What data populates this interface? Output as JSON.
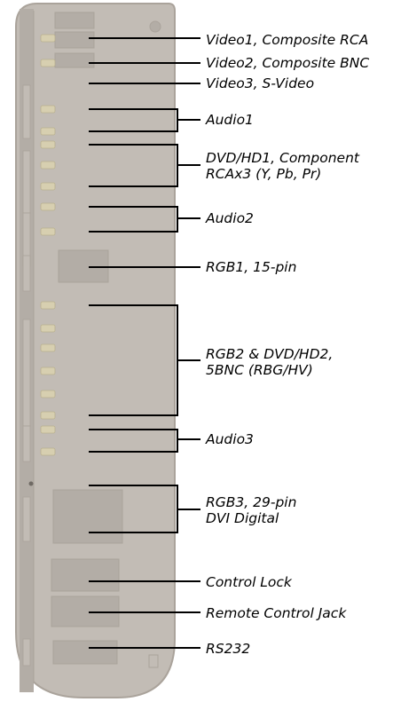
{
  "diagram": {
    "panel_color": "#c2bcb5",
    "panel_edge_color": "#aaa39b",
    "panel_shadow_color": "#b3ada6",
    "jack_color": "#d7cfb0",
    "line_color": "#000000",
    "labels": [
      {
        "id": "video1",
        "lines": [
          "Video1, Composite RCA"
        ]
      },
      {
        "id": "video2",
        "lines": [
          "Video2, Composite BNC"
        ]
      },
      {
        "id": "video3",
        "lines": [
          "Video3, S-Video"
        ]
      },
      {
        "id": "audio1",
        "lines": [
          "Audio1"
        ]
      },
      {
        "id": "dvd-hd1",
        "lines": [
          "DVD/HD1, Component",
          "RCAx3 (Y, Pb, Pr)"
        ]
      },
      {
        "id": "audio2",
        "lines": [
          "Audio2"
        ]
      },
      {
        "id": "rgb1",
        "lines": [
          "RGB1, 15-pin"
        ]
      },
      {
        "id": "rgb2",
        "lines": [
          "RGB2 & DVD/HD2,",
          "5BNC (RBG/HV)"
        ]
      },
      {
        "id": "audio3",
        "lines": [
          "Audio3"
        ]
      },
      {
        "id": "rgb3",
        "lines": [
          "RGB3, 29-pin",
          "DVI Digital"
        ]
      },
      {
        "id": "control-lock",
        "lines": [
          "Control Lock"
        ]
      },
      {
        "id": "remote-jack",
        "lines": [
          "Remote Control Jack"
        ]
      },
      {
        "id": "rs232",
        "lines": [
          "RS232"
        ]
      }
    ]
  }
}
